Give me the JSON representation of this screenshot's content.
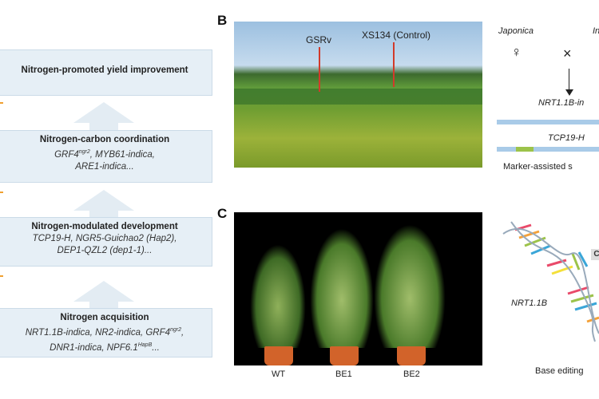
{
  "panelA": {
    "boxes": [
      {
        "title": "Nitrogen-promoted yield improvement",
        "lines": []
      },
      {
        "title": "Nitrogen-carbon coordination",
        "lines": [
          "GRF4ngr2, MYB61-indica,",
          "ARE1-indica..."
        ]
      },
      {
        "title": "Nitrogen-modulated development",
        "lines": [
          "TCP19-H, NGR5-Guichao2 (Hap2),",
          "DEP1-QZL2 (dep1-1)..."
        ]
      },
      {
        "title": "Nitrogen acquisition",
        "lines": [
          "NRT1.1B-indica, NR2-indica, GRF4ngr2,",
          "DNR1-indica, NPF6.1HapB..."
        ]
      }
    ]
  },
  "panelB": {
    "label": "B",
    "field_labels": [
      "GSRv",
      "XS134 (Control)"
    ],
    "cross": {
      "parent1": "Japonica",
      "parent2": "In",
      "female": "♀",
      "cross_symbol": "×",
      "gene1": "NRT1.1B-in",
      "gene2": "TCP19-H",
      "caption": "Marker-assisted s"
    }
  },
  "panelC": {
    "label": "C",
    "pots": [
      "WT",
      "BE1",
      "BE2"
    ],
    "gene": "NRT1.1B",
    "caption": "Base editing",
    "tag": "C"
  },
  "colors": {
    "box": "#e6eff6",
    "bar": "#a9cbe8",
    "marker": "#9cc34a"
  }
}
